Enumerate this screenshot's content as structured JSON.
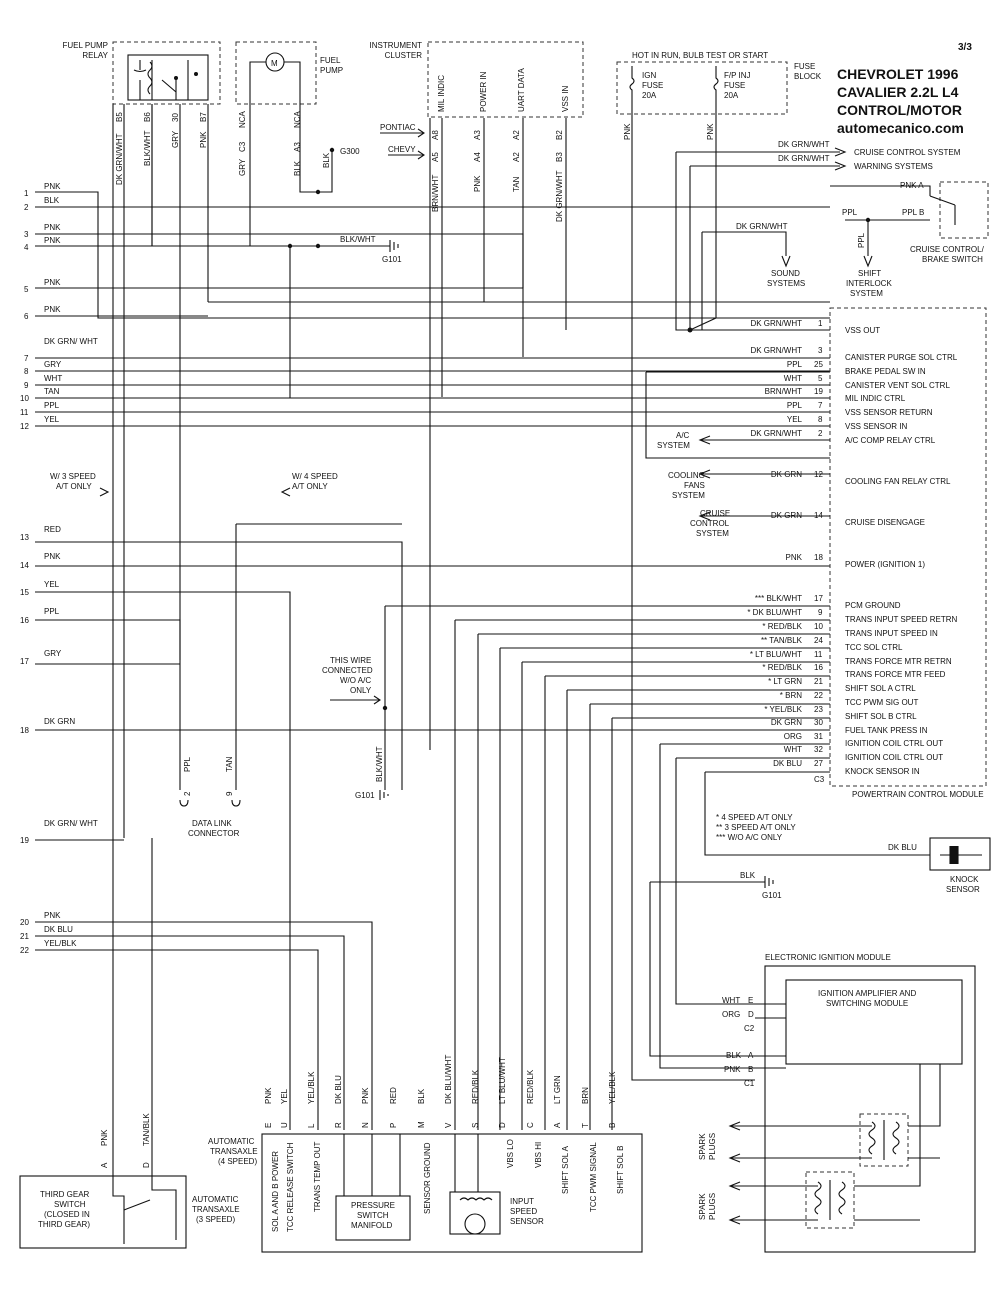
{
  "header": {
    "page": "3/3",
    "title_lines": [
      "CHEVROLET 1996",
      "CAVALIER 2.2L  L4",
      "CONTROL/MOTOR",
      "automecanico.com"
    ]
  },
  "top": {
    "fuel_pump_relay": [
      "FUEL PUMP",
      "RELAY"
    ],
    "fuel_pump": [
      "FUEL",
      "PUMP"
    ],
    "motor_symbol": "M",
    "instrument_cluster": [
      "INSTRUMENT",
      "CLUSTER"
    ],
    "cluster_pins": [
      "MIL INDIC",
      "POWER IN",
      "UART DATA",
      "VSS IN"
    ],
    "pontiac": "PONTIAC",
    "chevy": "CHEVY",
    "g300": "G300",
    "hot_in_run": "HOT IN RUN, BULB TEST OR START",
    "fuse_block": [
      "FUSE",
      "BLOCK"
    ],
    "ign_fuse": [
      "IGN",
      "FUSE",
      "20A"
    ],
    "fp_fuse": [
      "F/P INJ",
      "FUSE",
      "20A"
    ],
    "vertical_labels": [
      "DK GRN/WHT",
      "B5",
      "BLK/WHT",
      "B6",
      "GRY",
      "30",
      "PNK",
      "B7",
      "GRY",
      "C3",
      "NCA",
      "BLK",
      "A3",
      "NCA",
      "A8",
      "A5",
      "BRN/WHT",
      "A3",
      "A4",
      "PNK",
      "A2",
      "A2",
      "TAN",
      "B2",
      "B3",
      "DK GRN/WHT",
      "PNK",
      "PNK",
      "BLK"
    ]
  },
  "left_rows": [
    {
      "num": "1",
      "label": "PNK"
    },
    {
      "num": "2",
      "label": "BLK"
    },
    {
      "num": "3",
      "label": "PNK"
    },
    {
      "num": "4",
      "label": "PNK"
    },
    {
      "num": "5",
      "label": "PNK"
    },
    {
      "num": "6",
      "label": "PNK"
    },
    {
      "num": "7",
      "label": "DK GRN/ WHT"
    },
    {
      "num": "8",
      "label": "GRY"
    },
    {
      "num": "9",
      "label": "WHT"
    },
    {
      "num": "10",
      "label": "TAN"
    },
    {
      "num": "11",
      "label": "PPL"
    },
    {
      "num": "12",
      "label": "YEL"
    },
    {
      "num": "13",
      "label": "RED"
    },
    {
      "num": "14",
      "label": "PNK"
    },
    {
      "num": "15",
      "label": "YEL"
    },
    {
      "num": "16",
      "label": "PPL"
    },
    {
      "num": "17",
      "label": "GRY"
    },
    {
      "num": "18",
      "label": "DK GRN"
    },
    {
      "num": "19",
      "label": "DK GRN/ WHT"
    },
    {
      "num": "20",
      "label": "PNK"
    },
    {
      "num": "21",
      "label": "DK BLU"
    },
    {
      "num": "22",
      "label": "YEL/BLK"
    }
  ],
  "mid_labels": {
    "blk_wht": "BLK/WHT",
    "g101": "G101",
    "w3": [
      "W/ 3 SPEED",
      "A/T ONLY"
    ],
    "w4": [
      "W/ 4 SPEED",
      "A/T ONLY"
    ],
    "this_wire": [
      "THIS WIRE",
      "CONNECTED",
      "W/O A/C",
      "ONLY"
    ],
    "blk_wht_v": "BLK/WHT",
    "g101b": "G101",
    "dlc_wires": [
      "PPL",
      "TAN"
    ],
    "dlc_pins": [
      "2",
      "9"
    ],
    "dlc": [
      "DATA LINK",
      "CONNECTOR"
    ]
  },
  "right_top": {
    "cruise_sys": "CRUISE CONTROL SYSTEM",
    "warning_sys": "WARNING SYSTEMS",
    "dkgrn1": "DK GRN/WHT",
    "dkgrn2": "DK GRN/WHT",
    "pnk_a": "PNK  A",
    "ppl": "PPL",
    "ppl_b": "PPL  B",
    "dkgrn3": "DK GRN/WHT",
    "ppl_v": "PPL",
    "sound": [
      "SOUND",
      "SYSTEMS"
    ],
    "shift_interlock": [
      "SHIFT",
      "INTERLOCK",
      "SYSTEM"
    ],
    "cruise_brake": [
      "CRUISE CONTROL/",
      "BRAKE SWITCH"
    ]
  },
  "pcm": {
    "name": "POWERTRAIN CONTROL MODULE",
    "c3": "C3",
    "rows": [
      {
        "wire": "DK GRN/WHT",
        "pin": "1",
        "func": "VSS OUT"
      },
      {
        "wire": "DK GRN/WHT",
        "pin": "3",
        "func": "CANISTER PURGE SOL CTRL"
      },
      {
        "wire": "PPL",
        "pin": "25",
        "func": "BRAKE PEDAL SW IN"
      },
      {
        "wire": "WHT",
        "pin": "5",
        "func": "CANISTER VENT SOL CTRL"
      },
      {
        "wire": "BRN/WHT",
        "pin": "19",
        "func": "MIL INDIC CTRL"
      },
      {
        "wire": "PPL",
        "pin": "7",
        "func": "VSS SENSOR RETURN"
      },
      {
        "wire": "YEL",
        "pin": "8",
        "func": "VSS SENSOR IN"
      },
      {
        "wire": "DK GRN/WHT",
        "pin": "2",
        "func": "A/C COMP RELAY CTRL"
      },
      {
        "wire": "DK GRN",
        "pin": "12",
        "func": "COOLING FAN RELAY CTRL"
      },
      {
        "wire": "DK GRN",
        "pin": "14",
        "func": "CRUISE DISENGAGE"
      },
      {
        "wire": "PNK",
        "pin": "18",
        "func": "POWER (IGNITION 1)"
      },
      {
        "wire": "*** BLK/WHT",
        "pin": "17",
        "func": "PCM GROUND"
      },
      {
        "wire": "* DK BLU/WHT",
        "pin": "9",
        "func": "TRANS INPUT SPEED RETRN"
      },
      {
        "wire": "* RED/BLK",
        "pin": "10",
        "func": "TRANS INPUT SPEED IN"
      },
      {
        "wire": "** TAN/BLK",
        "pin": "24",
        "func": "TCC SOL CTRL"
      },
      {
        "wire": "* LT BLU/WHT",
        "pin": "11",
        "func": "TRANS FORCE MTR RETRN"
      },
      {
        "wire": "* RED/BLK",
        "pin": "16",
        "func": "TRANS FORCE MTR FEED"
      },
      {
        "wire": "* LT GRN",
        "pin": "21",
        "func": "SHIFT SOL A CTRL"
      },
      {
        "wire": "* BRN",
        "pin": "22",
        "func": "TCC PWM SIG OUT"
      },
      {
        "wire": "* YEL/BLK",
        "pin": "23",
        "func": "SHIFT SOL B CTRL"
      },
      {
        "wire": "DK GRN",
        "pin": "30",
        "func": "FUEL TANK PRESS IN"
      },
      {
        "wire": "ORG",
        "pin": "31",
        "func": "IGNITION COIL CTRL OUT"
      },
      {
        "wire": "WHT",
        "pin": "32",
        "func": "IGNITION COIL CTRL OUT"
      },
      {
        "wire": "DK BLU",
        "pin": "27",
        "func": "KNOCK SENSOR IN"
      }
    ],
    "ac_system": [
      "A/C",
      "SYSTEM"
    ],
    "cooling": [
      "COOLING",
      "FANS",
      "SYSTEM"
    ],
    "cruise": [
      "CRUISE",
      "CONTROL",
      "SYSTEM"
    ]
  },
  "notes": [
    "* 4 SPEED A/T ONLY",
    "** 3 SPEED A/T ONLY",
    "*** W/O A/C ONLY"
  ],
  "knock": {
    "wire": "DK BLU",
    "name": [
      "KNOCK",
      "SENSOR"
    ]
  },
  "g101c": {
    "wire": "BLK",
    "name": "G101"
  },
  "eim": {
    "name": "ELECTRONIC IGNITION MODULE",
    "amp": [
      "IGNITION AMPLIFIER AND",
      "SWITCHING MODULE"
    ],
    "pins": [
      {
        "wire": "WHT",
        "pin": "E"
      },
      {
        "wire": "ORG",
        "pin": "D"
      },
      {
        "wire": "BLK",
        "pin": "A"
      },
      {
        "wire": "PNK",
        "pin": "B"
      }
    ],
    "c2": "C2",
    "c1": "C1",
    "spark1": [
      "SPARK",
      "PLUGS"
    ],
    "spark2": [
      "SPARK",
      "PLUGS"
    ]
  },
  "transaxle4": {
    "name": [
      "AUTOMATIC",
      "TRANSAXLE",
      "(4 SPEED)"
    ],
    "pin_letters": [
      "E",
      "U",
      "L",
      "R",
      "N",
      "P",
      "M",
      "V",
      "S",
      "D",
      "C",
      "A",
      "T",
      "B"
    ],
    "wire_colors": [
      "PNK",
      "YEL",
      "YEL/BLK",
      "DK BLU",
      "PNK",
      "RED",
      "BLK",
      "DK BLU/WHT",
      "RED/BLK",
      "LT BLU/WHT",
      "RED/BLK",
      "LT GRN",
      "BRN",
      "YEL/BLK"
    ],
    "funcs": [
      "SOL A AND B POWER",
      "TCC RELEASE SWITCH",
      "TRANS TEMP OUT",
      "SENSOR GROUND",
      "VBS LO",
      "VBS HI",
      "SHIFT SOL A",
      "TCC PWM SIGNAL",
      "SHIFT SOL B"
    ],
    "pressure": [
      "PRESSURE",
      "SWITCH",
      "MANIFOLD"
    ],
    "input_speed": [
      "INPUT",
      "SPEED",
      "SENSOR"
    ]
  },
  "transaxle3": {
    "wires": [
      "PNK",
      "TAN/BLK"
    ],
    "pins": [
      "A",
      "D"
    ],
    "switch": [
      "THIRD GEAR",
      "SWITCH",
      "(CLOSED IN",
      "THIRD GEAR)"
    ],
    "name": [
      "AUTOMATIC",
      "TRANSAXLE",
      "(3 SPEED)"
    ]
  }
}
